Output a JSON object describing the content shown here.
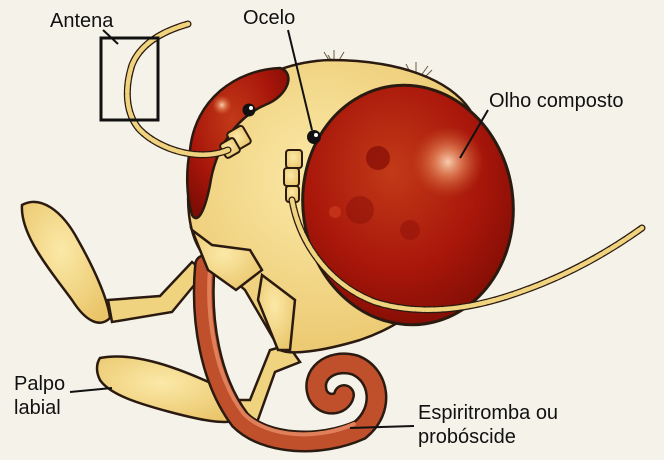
{
  "labels": {
    "antenna": "Antena",
    "ocellus": "Ocelo",
    "compound_eye": "Olho composto",
    "labial_palp": "Palpo labial",
    "proboscis": "Espiritromba ou probóscide"
  },
  "colors": {
    "background": "#f5f2e9",
    "head": "#f0d37f",
    "eye": "#a8160a",
    "proboscis": "#c0502c",
    "outline": "#2a1a10"
  }
}
